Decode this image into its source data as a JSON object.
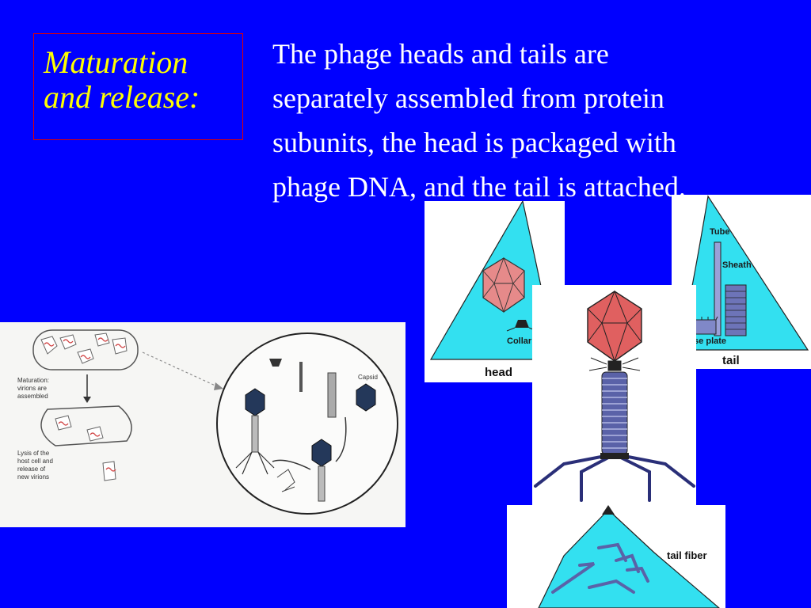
{
  "title": {
    "line1": "Maturation",
    "line2": "and release:"
  },
  "body": {
    "line1": "The phage heads and tails are",
    "line2": "separately assembled from protein",
    "line3": "subunits, the head is packaged with",
    "line4": "phage DNA, and the tail is attached."
  },
  "lifecycle": {
    "step1": [
      "Maturation:",
      "virions are",
      "assembled"
    ],
    "step2": [
      "Lysis of the",
      "host cell and",
      "release of",
      "new virions"
    ],
    "capsid_label": "Capsid"
  },
  "head_panel": {
    "collar_label": "Collar",
    "head_label": "head"
  },
  "tail_panel": {
    "tube_label": "Tube",
    "sheath_label": "Sheath",
    "base_plate_label": "Base plate",
    "tail_label": "tail"
  },
  "fiber_panel": {
    "tail_fiber_label": "tail fiber"
  },
  "colors": {
    "background": "#0000ff",
    "title_text": "#ffff00",
    "body_text": "#ffffff",
    "title_border": "#e00000",
    "cyan_fill": "#33e0f0",
    "capsid_red": "#e06060"
  }
}
